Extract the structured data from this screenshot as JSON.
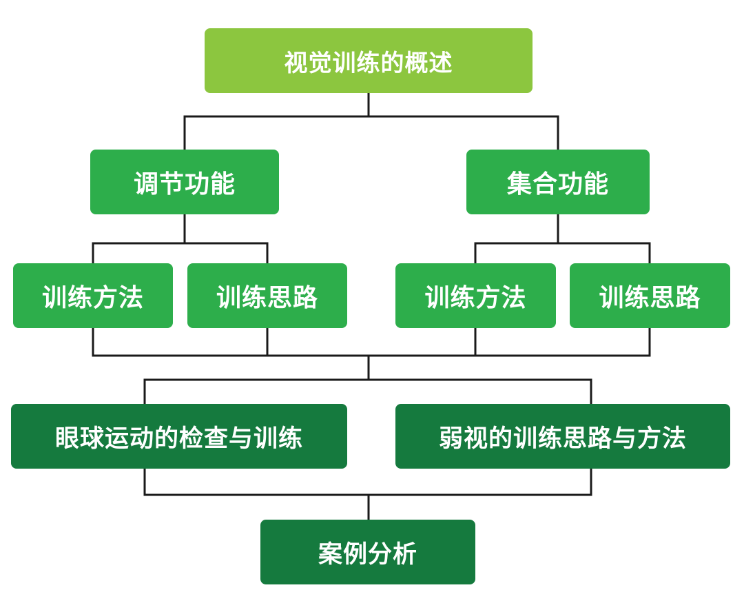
{
  "diagram": {
    "colors": {
      "top": "#8cc63f",
      "mid": "#2dae4b",
      "dark": "#157a3e",
      "line": "#1a1a1a",
      "text": "#ffffff"
    },
    "nodes": {
      "overview": "视觉训练的概述",
      "adjust": "调节功能",
      "gather": "集合功能",
      "adjust_method": "训练方法",
      "adjust_idea": "训练思路",
      "gather_method": "训练方法",
      "gather_idea": "训练思路",
      "eye_movement": "眼球运动的检查与训练",
      "amblyopia": "弱视的训练思路与方法",
      "case": "案例分析"
    }
  }
}
